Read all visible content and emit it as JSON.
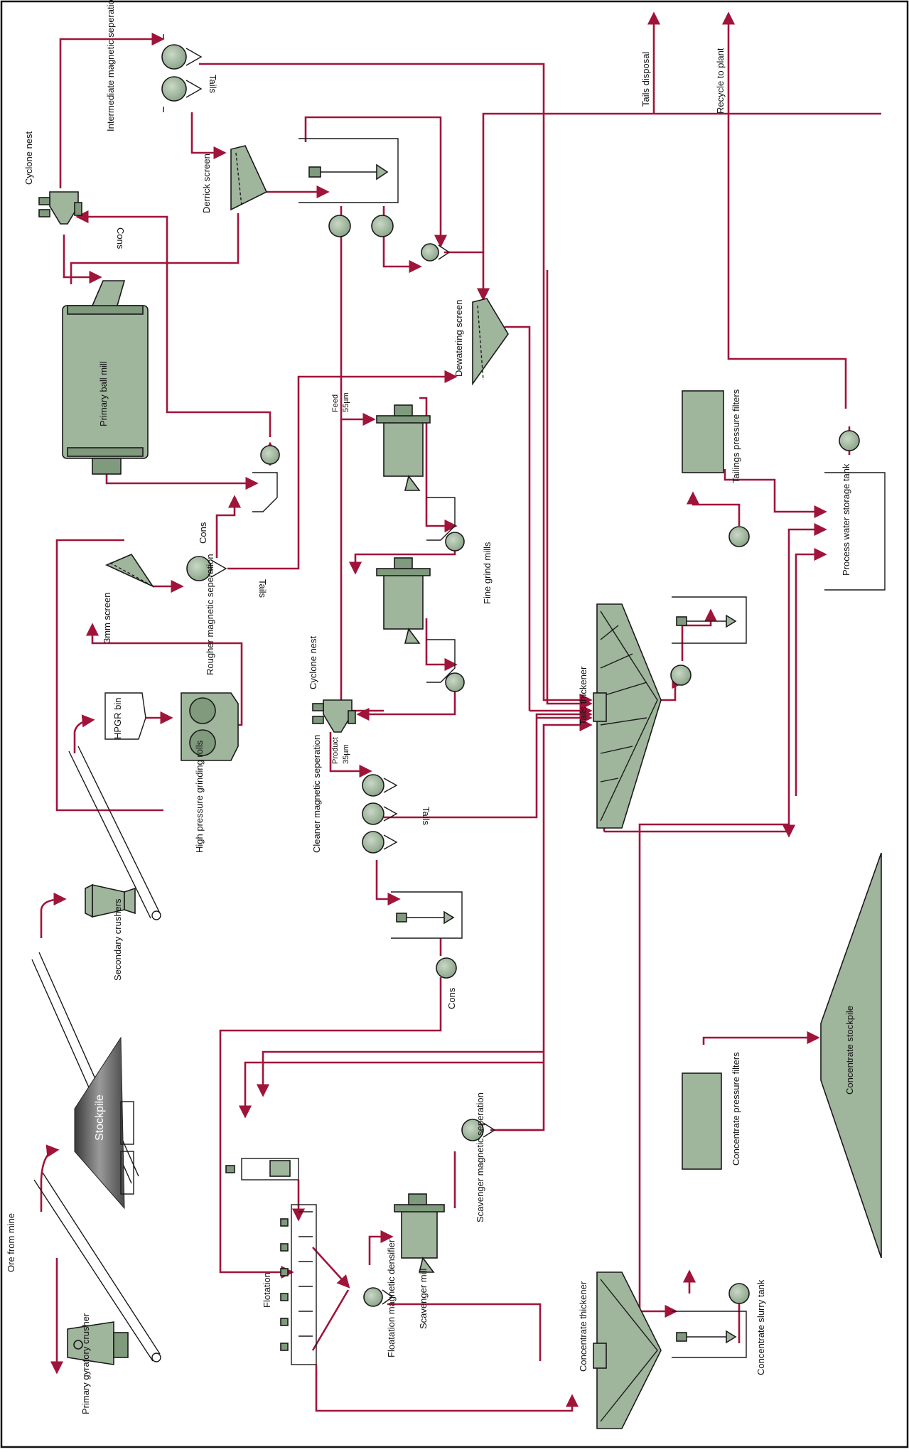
{
  "diagram": {
    "labels": {
      "ore_from_mine": "Ore from mine",
      "primary_gyratory_crusher": "Primary gyratory crusher",
      "stockpile": "Stockpile",
      "secondary_crushers": "Secondary crushers",
      "hpgr_bin": "HPGR bin",
      "high_pressure_grinding_rolls": "High pressure grinding rolls",
      "screen_3mm": "3mm screen",
      "rougher_magnetic_separation": "Rougher magnetic seperation",
      "primary_ball_mill": "Primary ball mill",
      "cyclone_nest_top": "Cyclone nest",
      "intermediate_magnetic_separation": "Intermediate magnetic seperation",
      "derrick_screen": "Derrick screen",
      "dewatering_screen": "Dewatering screen",
      "fine_grind_mills": "Fine grind mills",
      "cyclone_nest_mid": "Cyclone nest",
      "cleaner_magnetic_separation": "Cleaner magnetic seperation",
      "flotation": "Flotation",
      "flotation_magnetic_densifier": "Floatation magnetic densifier",
      "scavenger_mill": "Scavenger mill",
      "scavenger_magnetic_separation": "Scavenger magnetic seperation",
      "tails_thickener": "Tails thickener",
      "concentrate_thickener": "Concentrate thickener",
      "concentrate_slurry_tank": "Concentrate slurry tank",
      "concentrate_pressure_filters": "Concentrate pressure filters",
      "concentrate_stockpile": "Concentrate stockpile",
      "tailings_pressure_filters": "Tailings pressure filters",
      "process_water_storage_tank": "Process water storage tank",
      "tails_disposal": "Tails disposal",
      "recycle_to_plant": "Recycle to plant"
    },
    "stream_labels": {
      "cons_1": "Cons",
      "cons_2": "Cons",
      "cons_3": "Cons",
      "tails_1": "Tails",
      "tails_2": "Tails",
      "tails_3": "Tails",
      "feed": "Feed",
      "feed_size": "55µm",
      "product": "Product",
      "product_size": "35µm"
    }
  },
  "colors": {
    "pipe": "#a0143a",
    "equipment": "#9fb59c",
    "outline": "#1a1a1a"
  }
}
